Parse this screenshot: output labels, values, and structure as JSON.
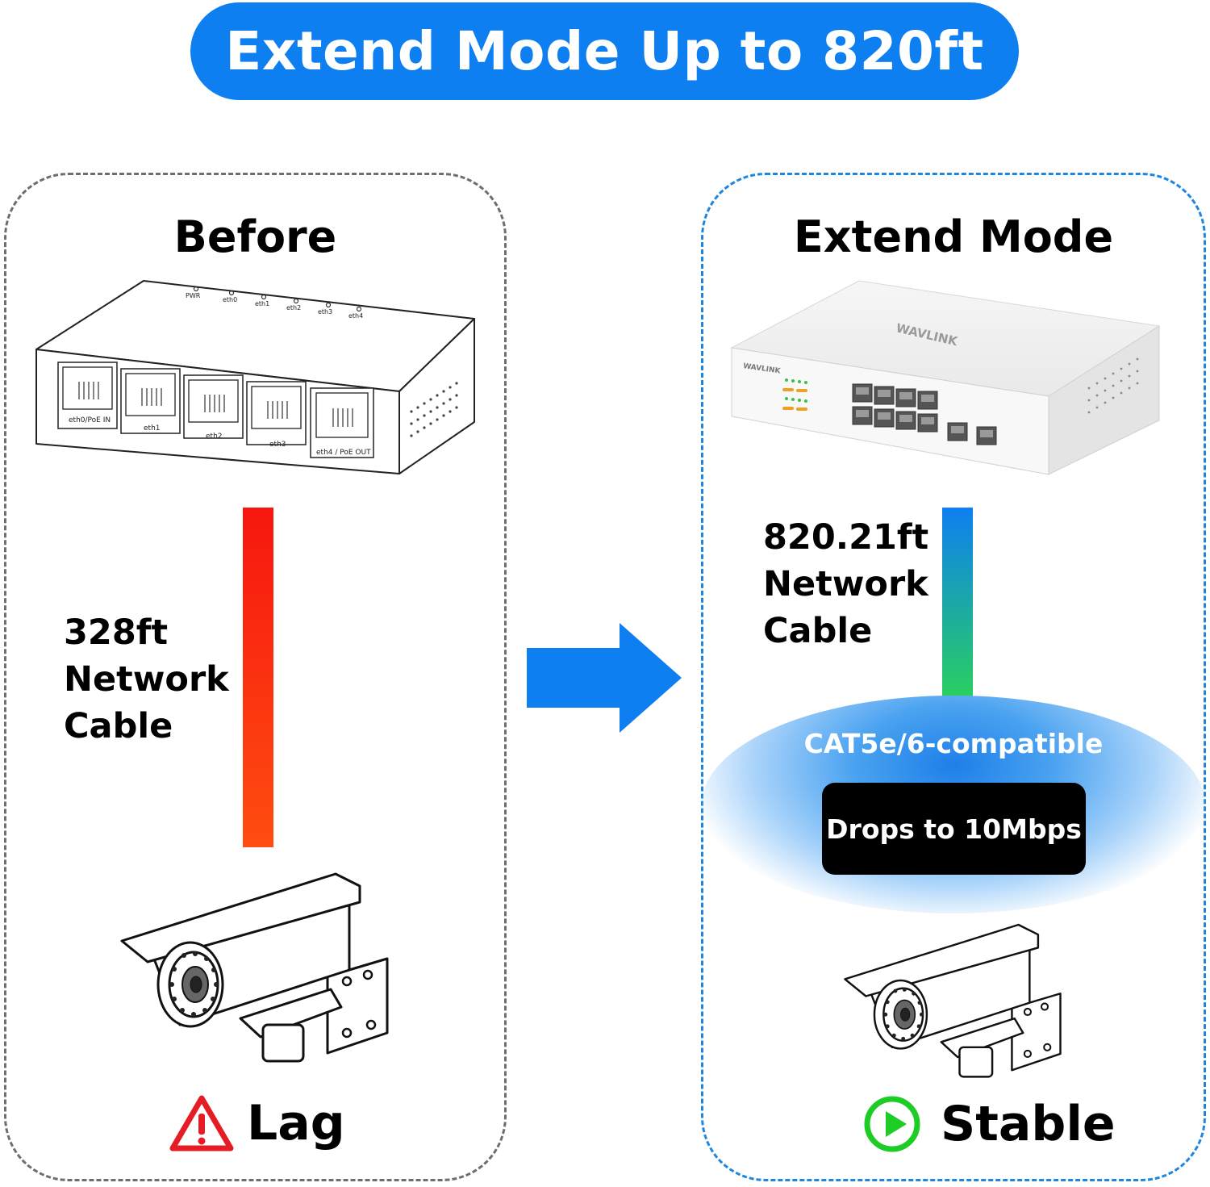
{
  "banner": {
    "title": "Extend Mode Up to 820ft"
  },
  "before": {
    "title": "Before",
    "cable_label": [
      "328ft",
      "Network",
      "Cable"
    ],
    "status_label": "Lag",
    "status_icon": "warning-triangle-icon",
    "cable_color_top": "#f6160f",
    "cable_color_bottom": "#ff4d10",
    "device": {
      "led_labels": [
        "PWR",
        "eth0",
        "eth1",
        "eth2",
        "eth3",
        "eth4"
      ],
      "port_labels": [
        "eth0/PoE IN",
        "eth1",
        "eth2",
        "eth3",
        "eth4 / PoE OUT"
      ]
    }
  },
  "extend": {
    "title": "Extend Mode",
    "cable_label": [
      "820.21ft",
      "Network",
      "Cable"
    ],
    "compat": "CAT5e/6-compatible",
    "speed_badge": "Drops to 10Mbps",
    "status_label": "Stable",
    "status_icon": "play-circle-icon",
    "cable_color_top": "#0e7ff0",
    "cable_color_bottom": "#2bd35a",
    "device": {
      "brand": "WAVLINK"
    }
  },
  "colors": {
    "accent": "#0e7ff0",
    "warning": "#e31d23",
    "success": "#1dcc25"
  }
}
